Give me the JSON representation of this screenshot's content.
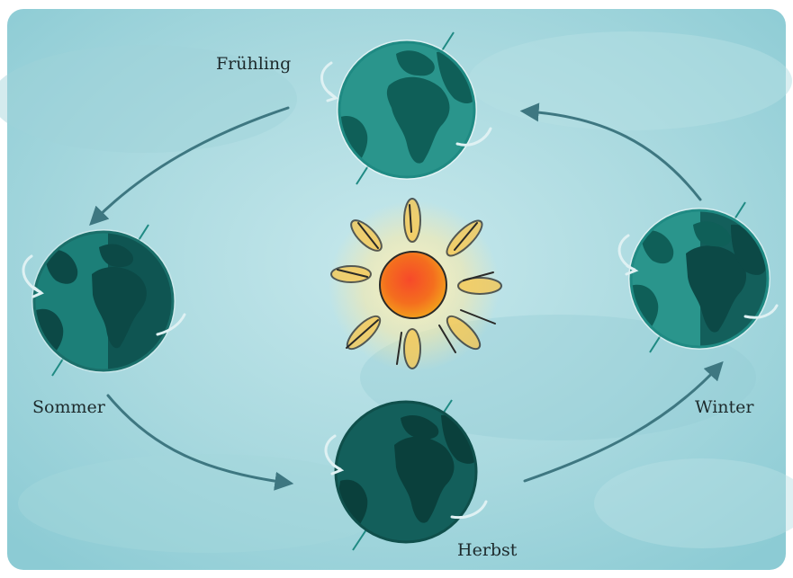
{
  "diagram": {
    "labels": {
      "spring": "Frühling",
      "summer": "Sommer",
      "autumn": "Herbst",
      "winter": "Winter"
    },
    "colors": {
      "paper": "#ffffff",
      "watercolor_light": "#b9e1e6",
      "watercolor_mid": "#7ec6d0",
      "ocean": "#1f8a83",
      "land": "#0e5f58",
      "night_ocean": "#135f5b",
      "night_land": "#0a403c",
      "arrow": "#3e7781",
      "axis": "#1f8a83",
      "spin_arrow": "#dff1f3",
      "sun_core": "#f26a1b",
      "sun_glow": "#f7c64d",
      "label_text": "#1d2a2c"
    }
  }
}
